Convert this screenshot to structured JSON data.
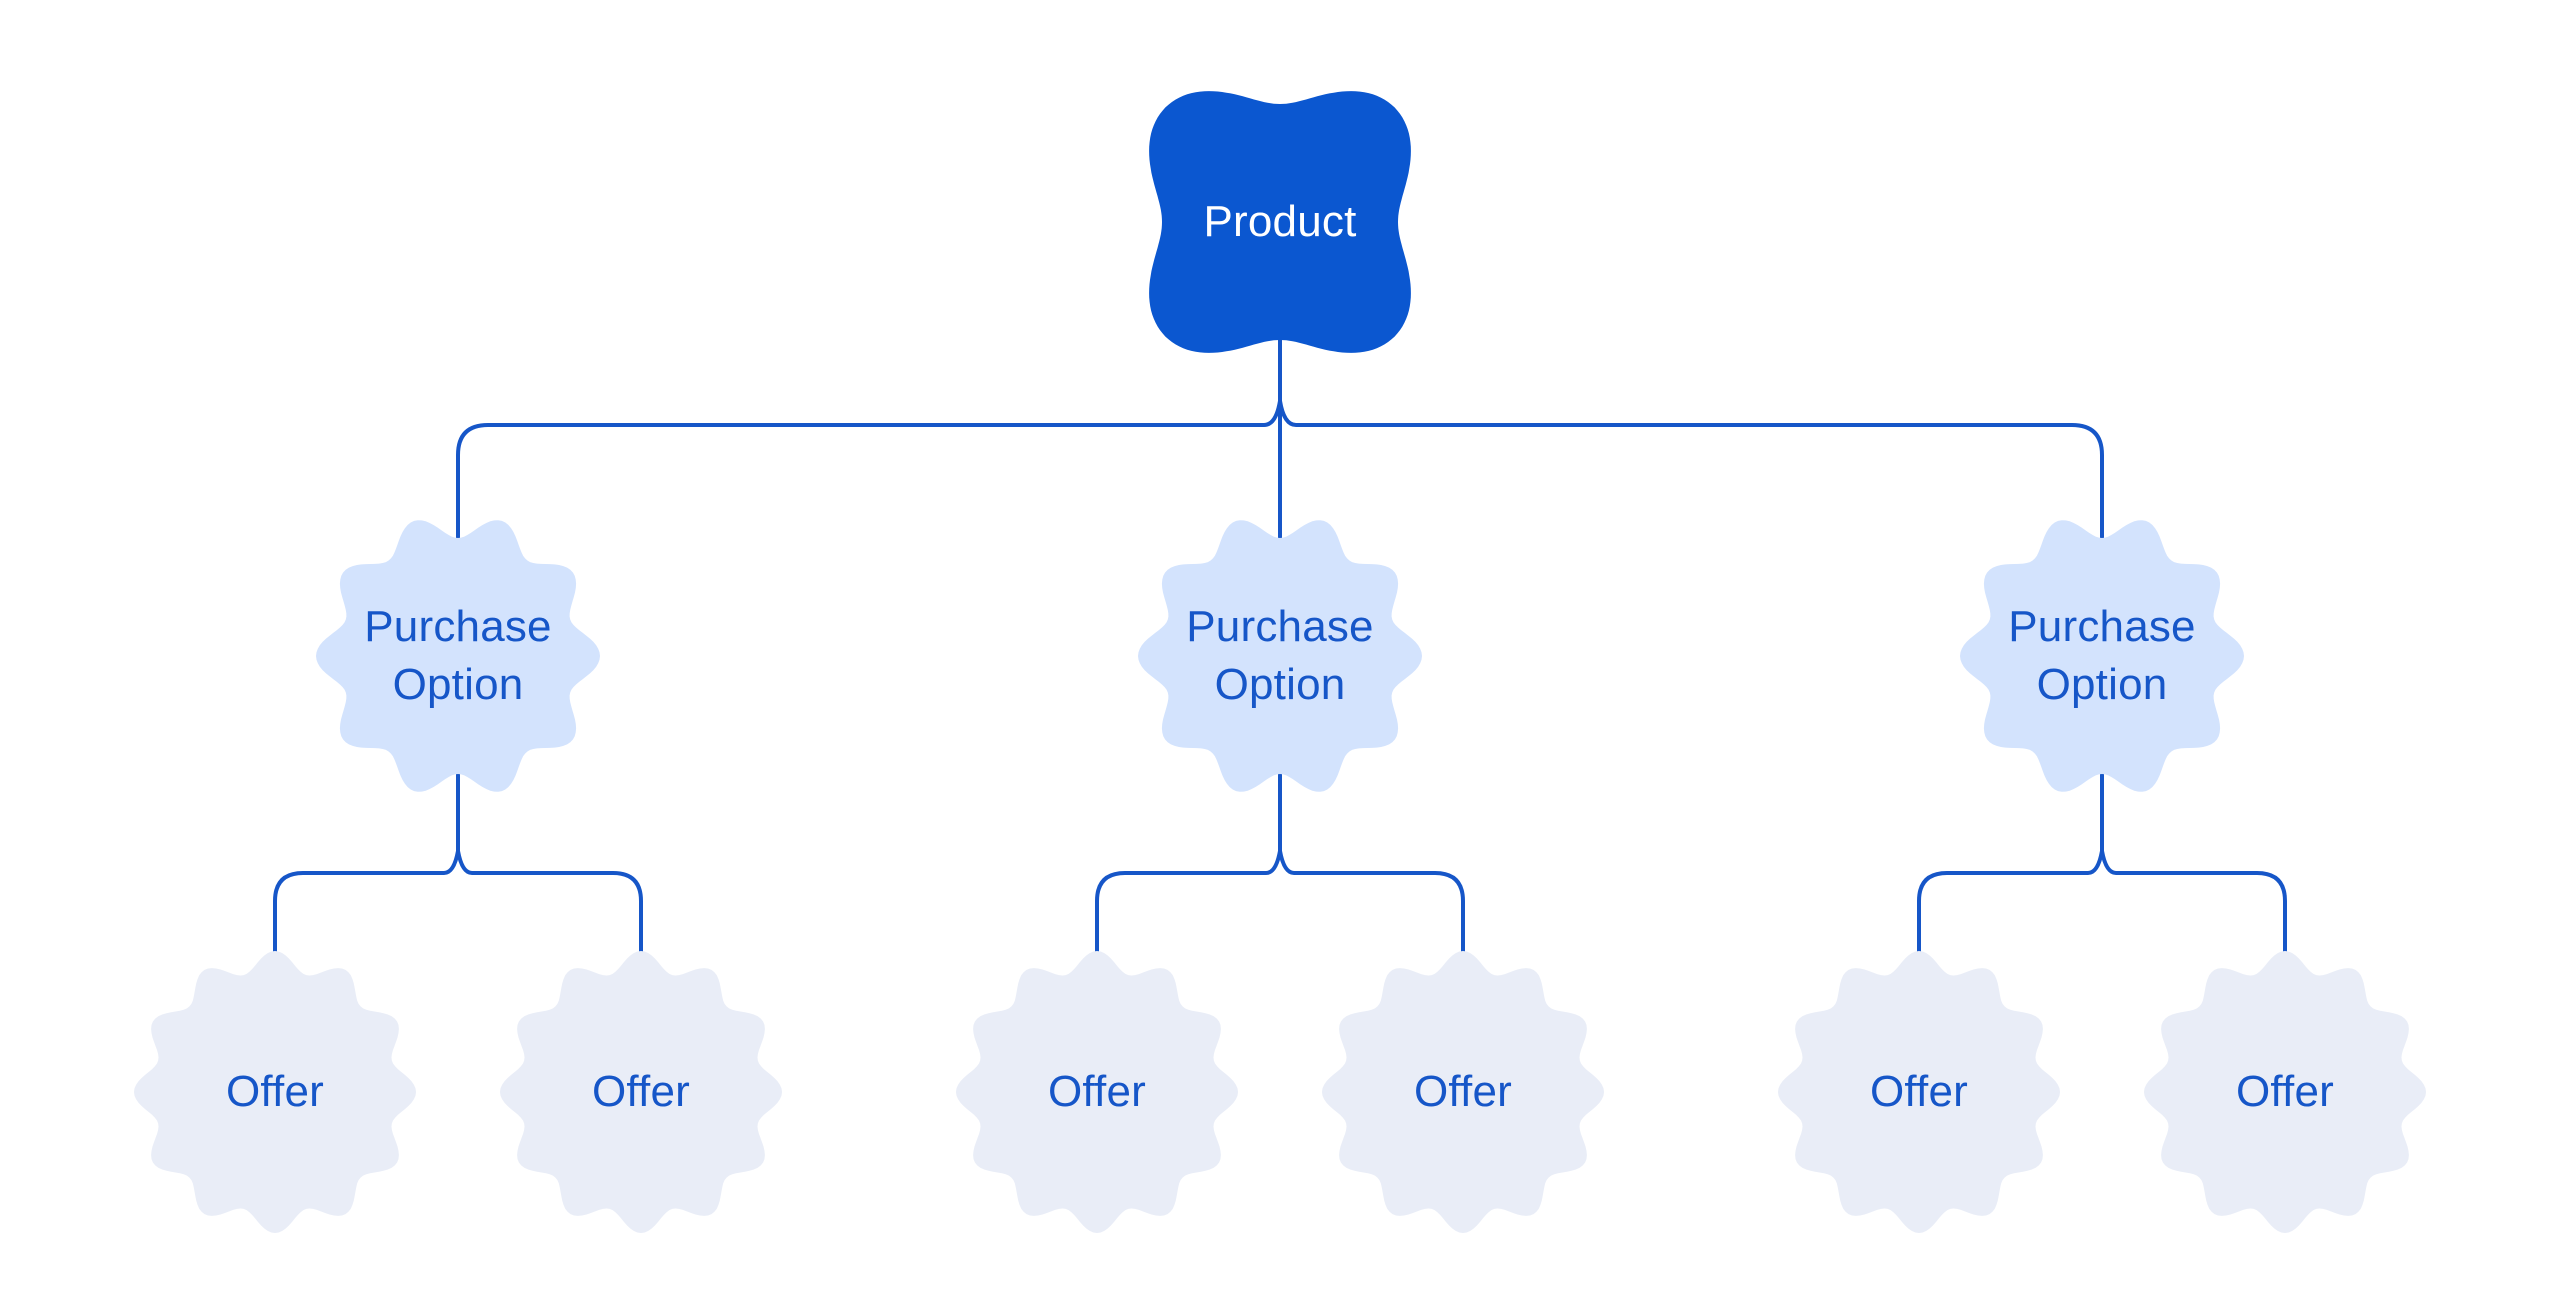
{
  "diagram": {
    "root": {
      "label": "Product"
    },
    "purchase_options": [
      {
        "label": "Purchase Option",
        "offers": [
          {
            "label": "Offer"
          },
          {
            "label": "Offer"
          }
        ]
      },
      {
        "label": "Purchase Option",
        "offers": [
          {
            "label": "Offer"
          },
          {
            "label": "Offer"
          }
        ]
      },
      {
        "label": "Purchase Option",
        "offers": [
          {
            "label": "Offer"
          },
          {
            "label": "Offer"
          }
        ]
      }
    ]
  },
  "colors": {
    "background": "#FFFFFF",
    "product_fill": "#0B57D0",
    "product_text": "#FFFFFF",
    "purchase_option_fill": "#D3E3FD",
    "offer_fill": "#E9EDF7",
    "label_blue": "#1656C8",
    "connector_blue": "#1656C8"
  }
}
